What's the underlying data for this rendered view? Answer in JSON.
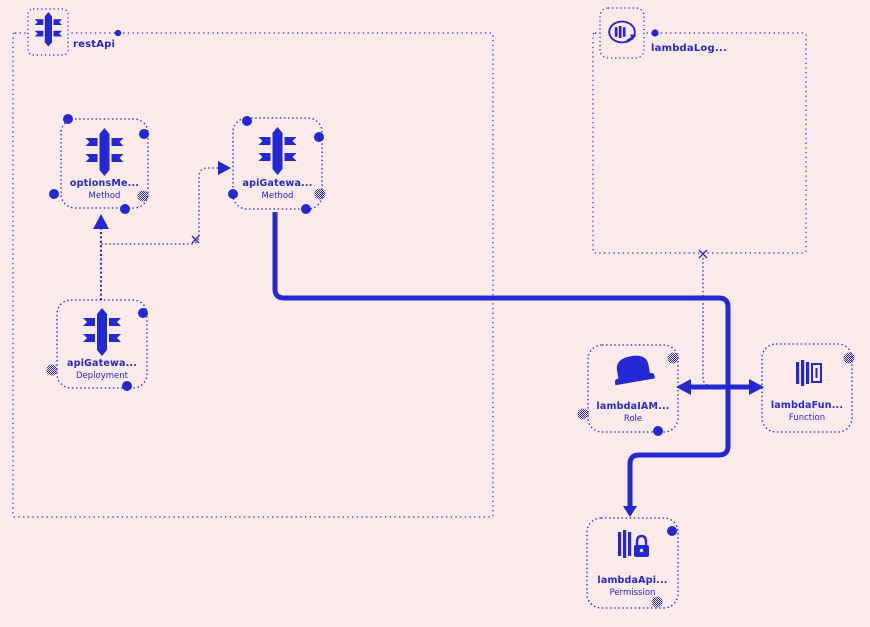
{
  "colors": {
    "background": "#fdeaea",
    "accent": "#2328d2"
  },
  "containers": [
    {
      "id": "restApi",
      "label": "restApi",
      "icon": "api-gateway-icon"
    },
    {
      "id": "lambdaLogGroup",
      "label": "lambdaLog...",
      "icon": "cloudwatch-logs-icon"
    }
  ],
  "nodes": [
    {
      "id": "optionsMethod",
      "label": "optionsMe...",
      "type": "Method",
      "icon": "api-gateway-icon"
    },
    {
      "id": "apiGatewayMethod",
      "label": "apiGatewa...",
      "type": "Method",
      "icon": "api-gateway-icon"
    },
    {
      "id": "apiGatewayDeployment",
      "label": "apiGatewa...",
      "type": "Deployment",
      "icon": "api-gateway-icon"
    },
    {
      "id": "lambdaIAMRole",
      "label": "lambdaIAM...",
      "type": "Role",
      "icon": "iam-role-icon"
    },
    {
      "id": "lambdaFunction",
      "label": "lambdaFun...",
      "type": "Function",
      "icon": "lambda-function-icon"
    },
    {
      "id": "lambdaApiPermission",
      "label": "lambdaApi...",
      "type": "Permission",
      "icon": "lambda-permission-icon"
    }
  ],
  "edges": [
    {
      "from": "apiGatewayDeployment",
      "to": "optionsMethod",
      "style": "dotted-arrow"
    },
    {
      "from": "apiGatewayDeployment",
      "to": "apiGatewayMethod",
      "style": "dotted-arrow"
    },
    {
      "from": "apiGatewayMethod",
      "to": "lambdaApiPermission",
      "style": "thick-arrow"
    },
    {
      "from": "lambdaIAMRole",
      "to": "lambdaFunction",
      "style": "thick-double-arrow"
    },
    {
      "from": "lambdaLogGroup",
      "to": "lambdaFunction",
      "style": "dotted"
    }
  ]
}
